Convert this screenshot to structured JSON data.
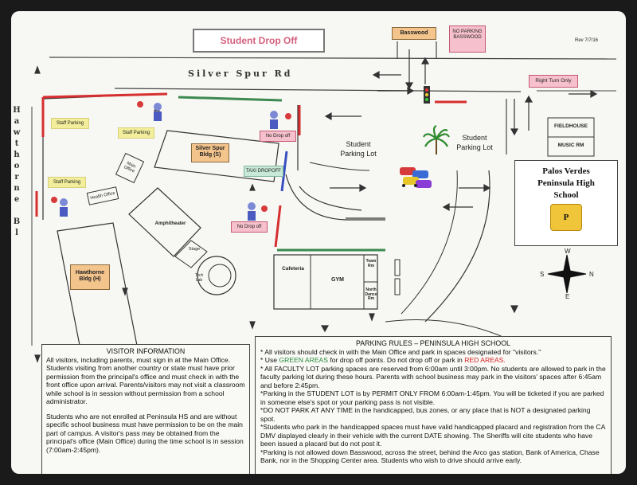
{
  "title": "Student Drop Off",
  "revision": "Rev 7/7/16",
  "roads": {
    "top": "Silver Spur Rd",
    "left": "Hawthorne Bl"
  },
  "signs": {
    "basswood": "Basswood",
    "no_parking": "NO PARKING BASSWOOD",
    "right_turn": "Right Turn Only"
  },
  "parking_labels": {
    "staff1": "Staff Parking",
    "staff2": "Staff Parking",
    "staff3": "Staff Parking",
    "no_drop1": "No Drop off",
    "no_drop2": "No Drop off",
    "taxi": "TAXI DROPOFF"
  },
  "buildings": {
    "silver_spur": "Silver Spur Bldg (S)",
    "hawthorne": "Hawthorne Bldg (H)",
    "main_office": "Main Office",
    "health_office": "Health Office",
    "amphitheater": "Amphitheater",
    "stage": "Stage",
    "tech_lab": "Tech Lab",
    "cafeteria": "Cafeteria",
    "gym": "GYM",
    "team_rm": "Team Rm",
    "north_dance": "North Dance Rm",
    "fieldhouse": "FIELDHOUSE",
    "music_rm": "MUSIC RM"
  },
  "lots": {
    "student_lot_1": "Student Parking Lot",
    "student_lot_2": "Student Parking Lot"
  },
  "school": {
    "line1": "Palos Verdes",
    "line2": "Peninsula High",
    "line3": "School",
    "mascot": "P"
  },
  "compass": {
    "n": "N",
    "s": "S",
    "e": "E",
    "w": "W"
  },
  "visitor": {
    "heading": "VISITOR INFORMATION",
    "p1": "All visitors, including parents, must sign in at the Main Office. Students visiting from another country or state must have prior permission from the principal's office and must check in with the front office upon arrival. Parents/visitors may not visit a classroom while school is in session without permission from a school administrator.",
    "p2": "Students who are not enrolled at Peninsula HS and are without specific school business must have permission to be on the main part of campus. A visitor's pass may be obtained from the principal's office (Main Office) during the time school is in session (7:00am-2:45pm)."
  },
  "rules": {
    "heading": "PARKING RULES – PENINSULA HIGH SCHOOL",
    "r1": "* All visitors should check in with the Main Office and park in spaces designated for \"visitors.\"",
    "r2a": "* Use ",
    "r2b": "GREEN AREAS",
    "r2c": " for drop off points. Do not drop off or park in ",
    "r2d": "RED AREAS.",
    "r3": "* All FACULTY LOT parking spaces are reserved from 6:00am until 3:00pm. No students are allowed to park in the faculty parking lot during these hours. Parents with school business may park in the visitors' spaces after 6:45am and before 2:45pm.",
    "r4": "*Parking in the STUDENT LOT is by PERMIT ONLY FROM 6:00am-1:45pm. You will be ticketed if you are parked in someone else's spot or your parking pass is not visible.",
    "r5": "*DO NOT PARK AT ANY TIME in the handicapped, bus zones, or any place that is NOT a designated parking spot.",
    "r6": "*Students who park in the handicapped spaces must have valid handicapped placard and registration from the CA DMV displayed clearly in their vehicle with the current DATE showing. The Sheriffs will cite students who have been issued a placard but do not post it.",
    "r7": "*Parking is not allowed down Basswood, across the street, behind the Arco gas station, Bank of America, Chase Bank, nor in the Shopping Center area. Students who wish to drive should arrive early."
  },
  "colors": {
    "red_zone": "#d62f2f",
    "green_zone": "#3c8a4f",
    "blue_zone": "#3a4fc0",
    "title_pink": "#d4617e"
  }
}
